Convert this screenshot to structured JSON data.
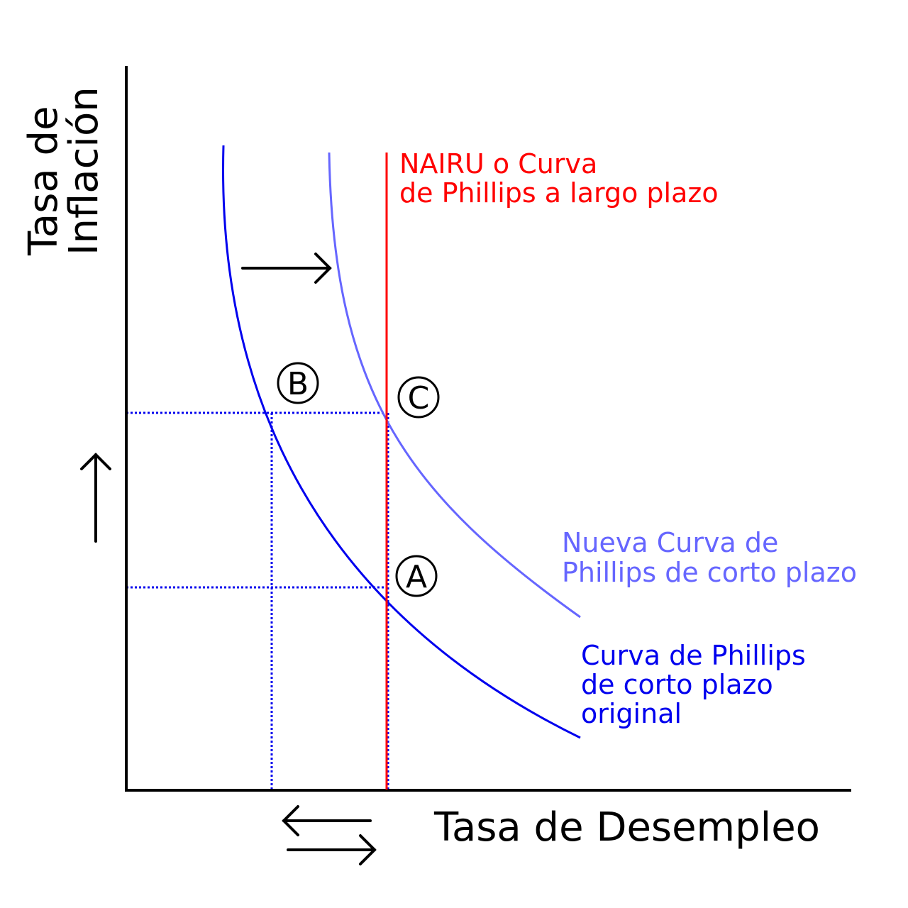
{
  "axes": {
    "y_title_line1": "Tasa de",
    "y_title_line2": "Inflación",
    "x_title": "Tasa de Desempleo"
  },
  "curves": {
    "nairu": {
      "line1": "NAIRU o Curva",
      "line2": "de Phillips a largo plazo",
      "color": "#ff0000"
    },
    "new_short_run": {
      "line1": "Nueva Curva de",
      "line2": "Phillips de corto plazo",
      "color": "#6666ff"
    },
    "original_short_run": {
      "line1": "Curva de Phillips",
      "line2": "de corto plazo",
      "line3": "original",
      "color": "#0000ee"
    }
  },
  "points": {
    "a": "A",
    "b": "B",
    "c": "C"
  },
  "arrows": {
    "shift_right": "right-arrow-icon",
    "inflation_up": "up-arrow-icon",
    "unemployment_left": "left-arrow-icon",
    "unemployment_right": "right-arrow-icon"
  },
  "colors": {
    "axis": "#000000",
    "guide_lines": "#0000ee"
  }
}
